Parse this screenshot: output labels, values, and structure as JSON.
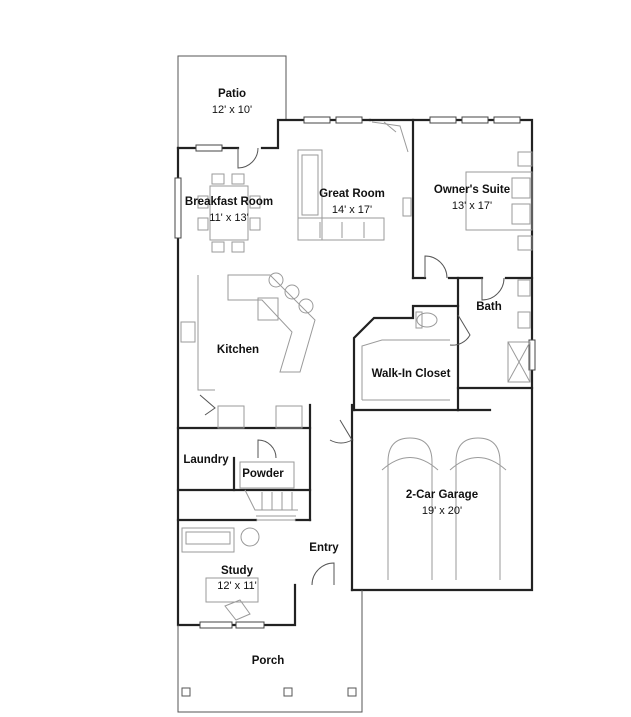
{
  "rooms": {
    "patio": {
      "name": "Patio",
      "dim": "12' x 10'"
    },
    "breakfast": {
      "name": "Breakfast Room",
      "dim": "11' x 13'"
    },
    "great": {
      "name": "Great Room",
      "dim": "14' x 17'"
    },
    "owners": {
      "name": "Owner's Suite",
      "dim": "13' x 17'"
    },
    "kitchen": {
      "name": "Kitchen"
    },
    "bath": {
      "name": "Bath"
    },
    "closet": {
      "name": "Walk-In Closet"
    },
    "laundry": {
      "name": "Laundry"
    },
    "powder": {
      "name": "Powder"
    },
    "garage": {
      "name": "2-Car Garage",
      "dim": "19' x 20'"
    },
    "entry": {
      "name": "Entry"
    },
    "study": {
      "name": "Study",
      "dim": "12' x 11'"
    },
    "porch": {
      "name": "Porch"
    }
  }
}
